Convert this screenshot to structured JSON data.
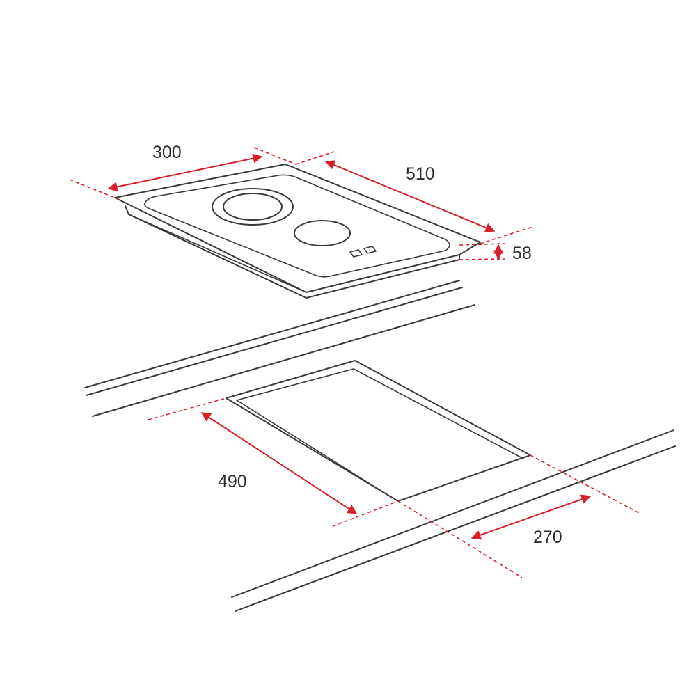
{
  "dimensions": {
    "width_top": "300",
    "depth_top": "510",
    "height": "58",
    "cutout_depth": "490",
    "cutout_width": "270"
  }
}
